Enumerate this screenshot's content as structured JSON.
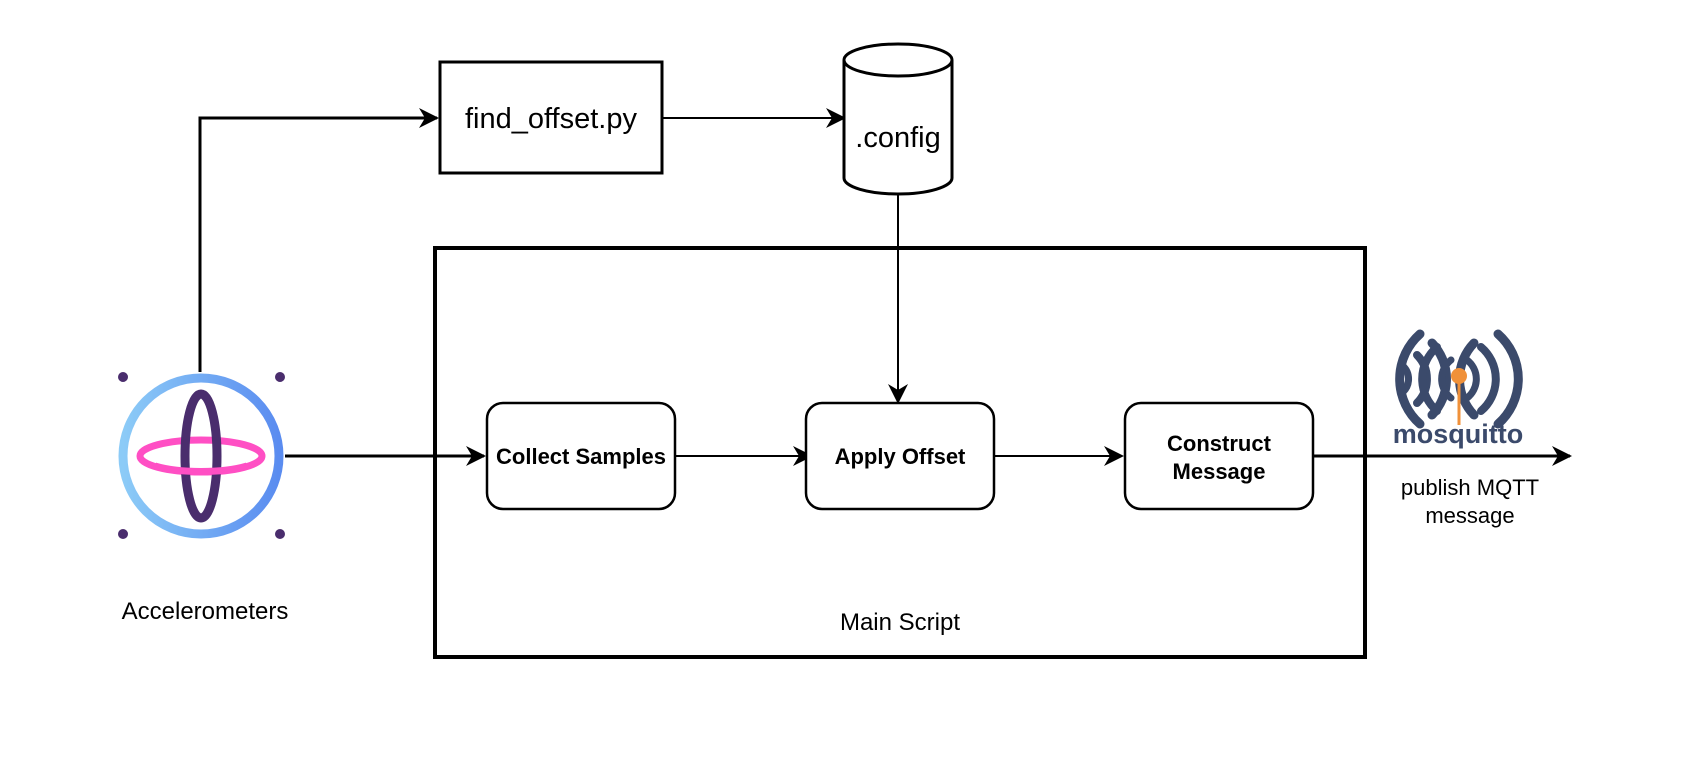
{
  "nodes": {
    "accelerometers": {
      "label": "Accelerometers",
      "icon": "gyroscope-icon"
    },
    "find_offset": {
      "label": "find_offset.py"
    },
    "config": {
      "label": ".config"
    },
    "main_script": {
      "label": "Main Script"
    },
    "collect_samples": {
      "label": "Collect Samples"
    },
    "apply_offset": {
      "label": "Apply Offset"
    },
    "construct_message": {
      "label_line1": "Construct",
      "label_line2": "Message"
    },
    "mosquitto": {
      "logo_text": "mosquitto",
      "icon": "mosquitto-logo-icon"
    },
    "publish": {
      "label_line1": "publish MQTT",
      "label_line2": "message"
    }
  },
  "colors": {
    "stroke": "#000000",
    "ring_light": "#7fc4f5",
    "ring_dark": "#5b8ff0",
    "pink": "#ff4fc4",
    "purple": "#4a2d6d",
    "mosquitto_navy": "#3b4a6b",
    "mosquitto_orange": "#f0913a"
  }
}
